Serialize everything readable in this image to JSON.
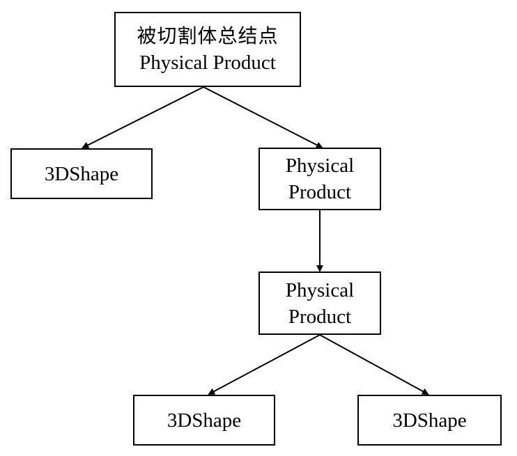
{
  "nodes": {
    "root": {
      "line1": "被切割体总结点",
      "line2": "Physical Product"
    },
    "left_shape": {
      "label": "3DShape"
    },
    "mid_product": {
      "line1": "Physical",
      "line2": "Product"
    },
    "lower_product": {
      "line1": "Physical",
      "line2": "Product"
    },
    "bottom_left_shape": {
      "label": "3DShape"
    },
    "bottom_right_shape": {
      "label": "3DShape"
    }
  },
  "colors": {
    "stroke": "#000000",
    "background": "#ffffff"
  }
}
